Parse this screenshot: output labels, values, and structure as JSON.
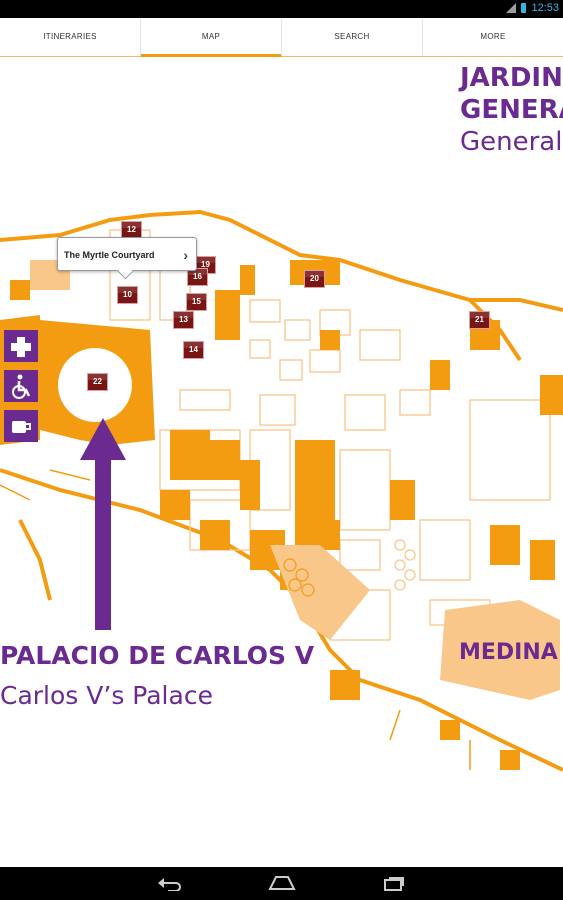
{
  "status_bar": {
    "time": "12:53"
  },
  "tabs": [
    {
      "label": "ITINERARIES",
      "active": false
    },
    {
      "label": "MAP",
      "active": true
    },
    {
      "label": "SEARCH",
      "active": false
    },
    {
      "label": "MORE",
      "active": false
    }
  ],
  "map": {
    "header_lines": [
      "JARDIN",
      "GENERA",
      "General"
    ],
    "palace_title": "PALACIO DE CARLOS V",
    "palace_subtitle": "Carlos V’s Palace",
    "medina_label": "MEDINA",
    "tooltip": {
      "text": "The Myrtle Courtyard"
    },
    "markers": [
      "12",
      "19",
      "16",
      "10",
      "15",
      "13",
      "14",
      "20",
      "21",
      "22"
    ],
    "amenities": [
      "first-aid-icon",
      "wheelchair-icon",
      "coffee-icon"
    ],
    "colors": {
      "map_orange": "#f39c12",
      "map_light": "#f9c78a",
      "accent_purple": "#6a2a90",
      "marker": "#7a1515"
    }
  },
  "nav": [
    "back-icon",
    "home-icon",
    "recent-apps-icon"
  ]
}
